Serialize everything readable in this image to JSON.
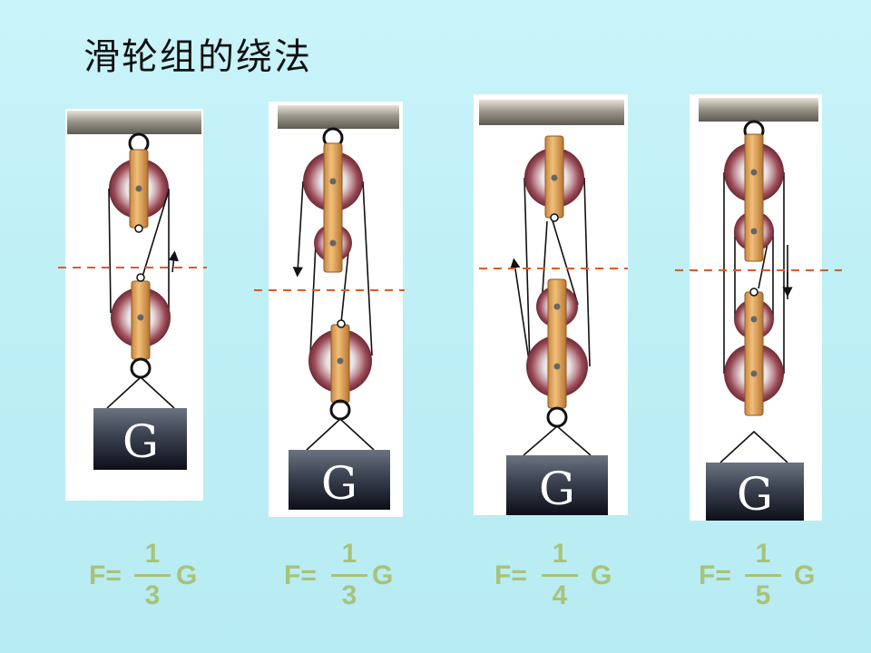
{
  "title": "滑轮组的绕法",
  "weight_label": "G",
  "formulas": [
    {
      "prefix": "F=",
      "numerator": "1",
      "denominator": "3",
      "suffix": "G"
    },
    {
      "prefix": "F=",
      "numerator": "1",
      "denominator": "3",
      "suffix": "G"
    },
    {
      "prefix": "F=",
      "numerator": "1",
      "denominator": "4",
      "suffix": "G"
    },
    {
      "prefix": "F=",
      "numerator": "1",
      "denominator": "5",
      "suffix": "G"
    }
  ],
  "colors": {
    "background": "#bdeff5",
    "formula": "#a9c27a",
    "dashed_line": "#e05a2a",
    "wood": "#d9a05a",
    "pulley_rim": "#8c4450"
  }
}
